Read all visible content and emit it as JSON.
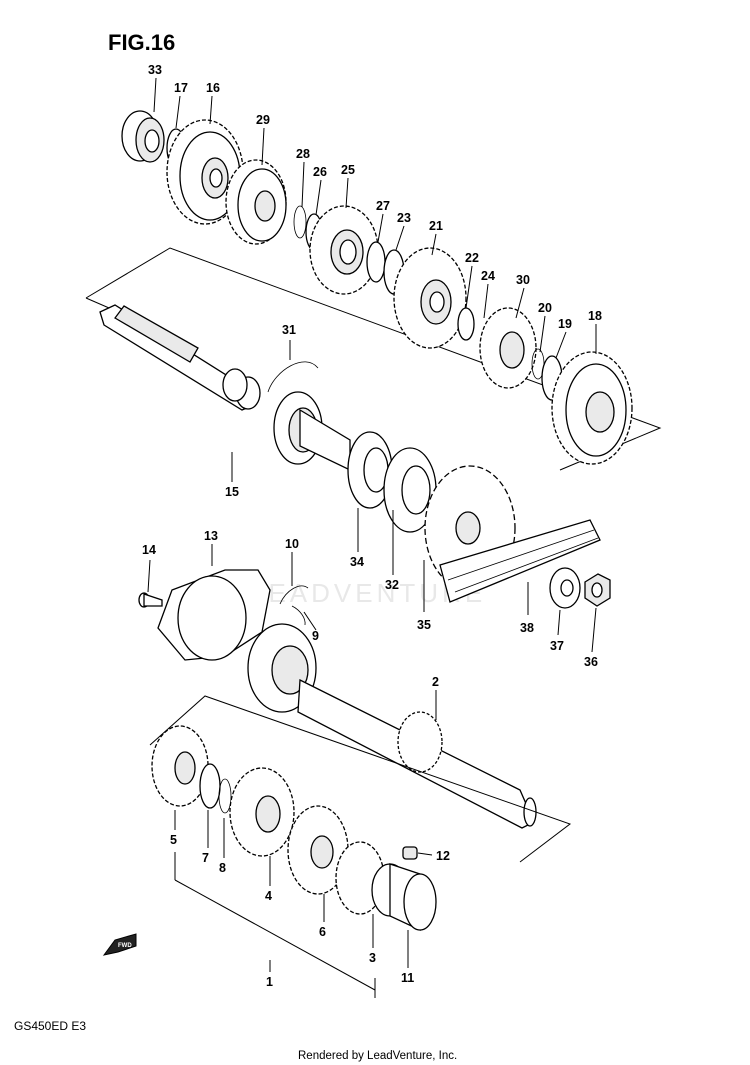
{
  "figure": {
    "title": "FIG.16",
    "model_code": "GS450ED E3",
    "credit": "Rendered by LeadVenture, Inc.",
    "watermark": "LEADVENTURE",
    "fwd_label": "FWD"
  },
  "callouts": [
    "33",
    "17",
    "16",
    "29",
    "28",
    "26",
    "25",
    "27",
    "23",
    "21",
    "22",
    "24",
    "30",
    "20",
    "19",
    "18",
    "31",
    "15",
    "34",
    "32",
    "35",
    "38",
    "37",
    "36",
    "14",
    "13",
    "10",
    "9",
    "2",
    "5",
    "7",
    "8",
    "4",
    "6",
    "12",
    "3",
    "11",
    "1"
  ]
}
